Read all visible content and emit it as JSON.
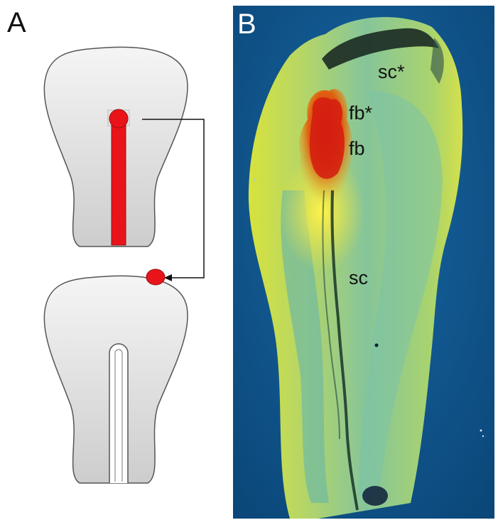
{
  "figure": {
    "panel_a": {
      "letter": "A"
    },
    "panel_b": {
      "letter": "B",
      "labels": {
        "sc_star": "sc*",
        "fb_star": "fb*",
        "fb": "fb",
        "sc": "sc"
      }
    }
  },
  "colors": {
    "graft": "#e8141a",
    "embryo_fill_top": "#f4f4f4",
    "embryo_fill_bottom": "#cfcfcf",
    "outline": "#555555",
    "darkfield_bg": "#0c4f86",
    "tissue_yellow": "#d8e23a",
    "tissue_teal": "#5fb0a0",
    "label_red": "#d41a10",
    "label_yellow": "#f4ef40"
  }
}
